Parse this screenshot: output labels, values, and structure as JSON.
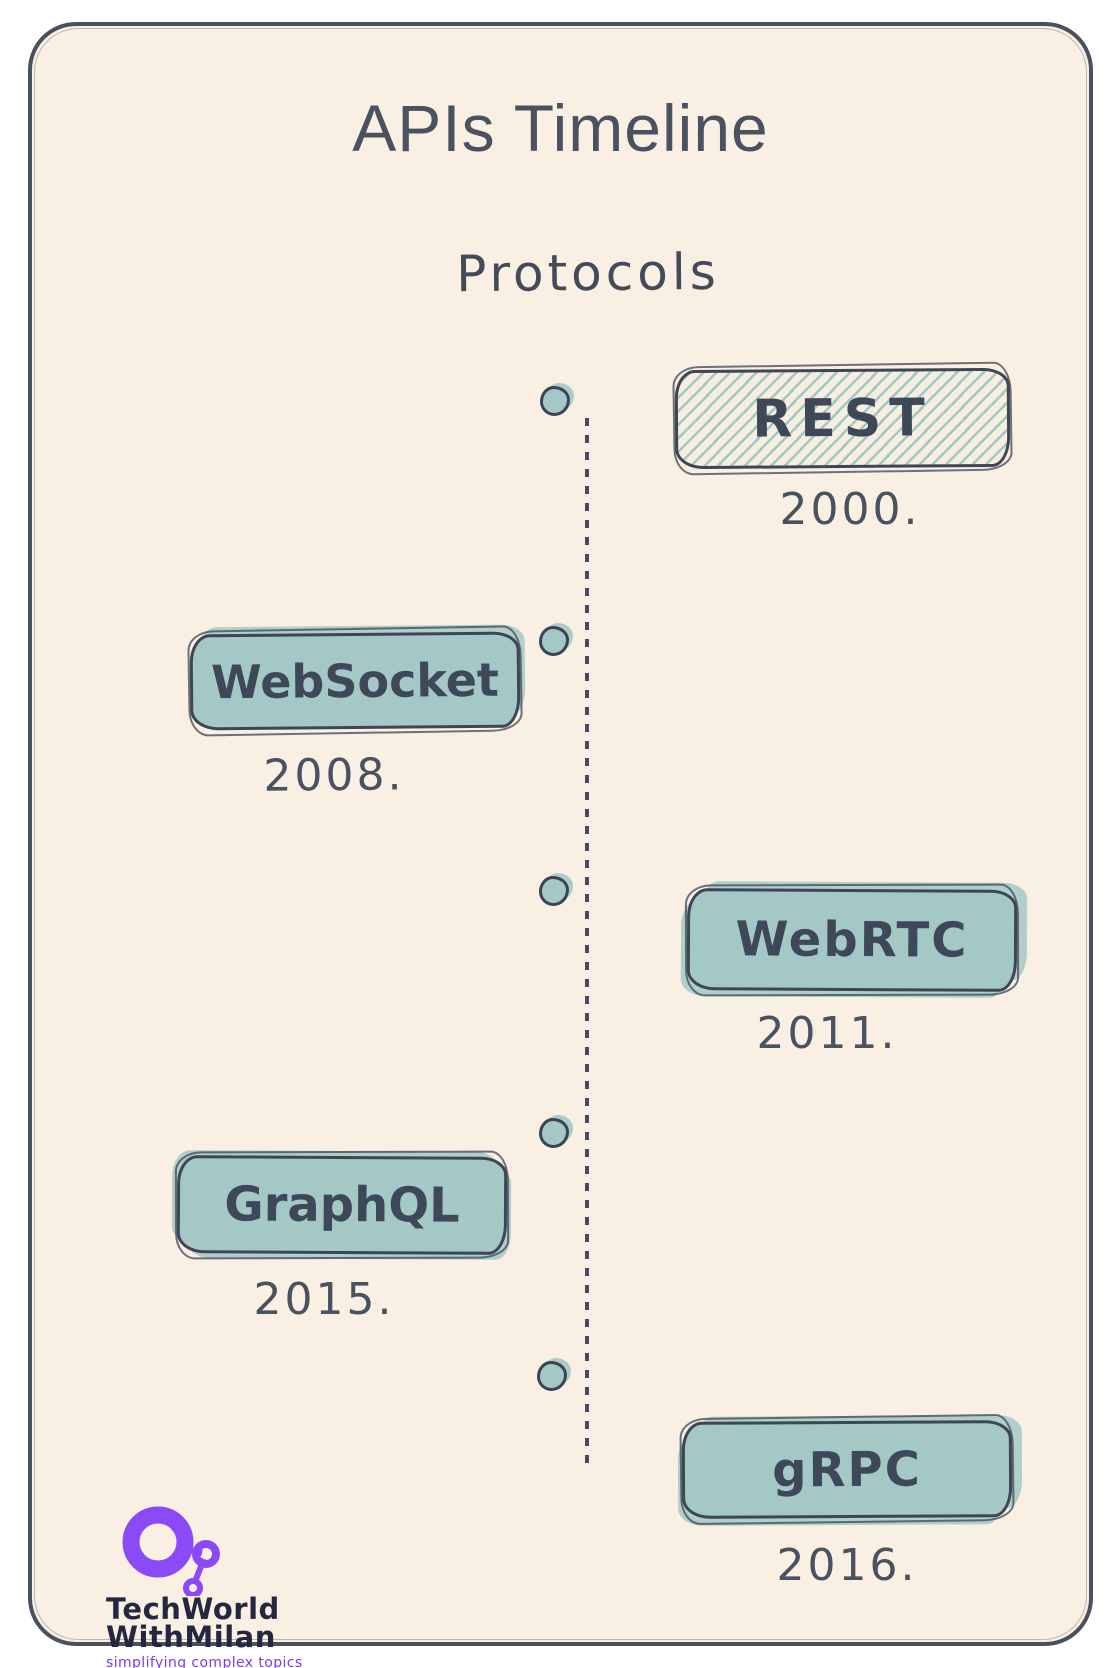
{
  "header": {
    "title": "APIs Timeline",
    "subtitle": "Protocols"
  },
  "timeline": {
    "items": [
      {
        "label": "REST",
        "year": "2000.",
        "side": "right",
        "fill": "hatched"
      },
      {
        "label": "WebSocket",
        "year": "2008.",
        "side": "left",
        "fill": "teal"
      },
      {
        "label": "WebRTC",
        "year": "2011.",
        "side": "right",
        "fill": "teal"
      },
      {
        "label": "GraphQL",
        "year": "2015.",
        "side": "left",
        "fill": "teal"
      },
      {
        "label": "gRPC",
        "year": "2016.",
        "side": "right",
        "fill": "teal"
      }
    ]
  },
  "logo": {
    "line1": "TechWorld",
    "line2": "WithMilan",
    "tagline": "simplifying complex topics",
    "icon": "molecule-icon"
  },
  "colors": {
    "background": "#f9efe2",
    "teal_fill": "#a3c8c5",
    "stroke_dark": "#3e4654",
    "title_text": "#4a5160",
    "logo_purple": "#8a4bf7",
    "logo_navy": "#232742",
    "tagline_purple": "#7a3cf0"
  }
}
